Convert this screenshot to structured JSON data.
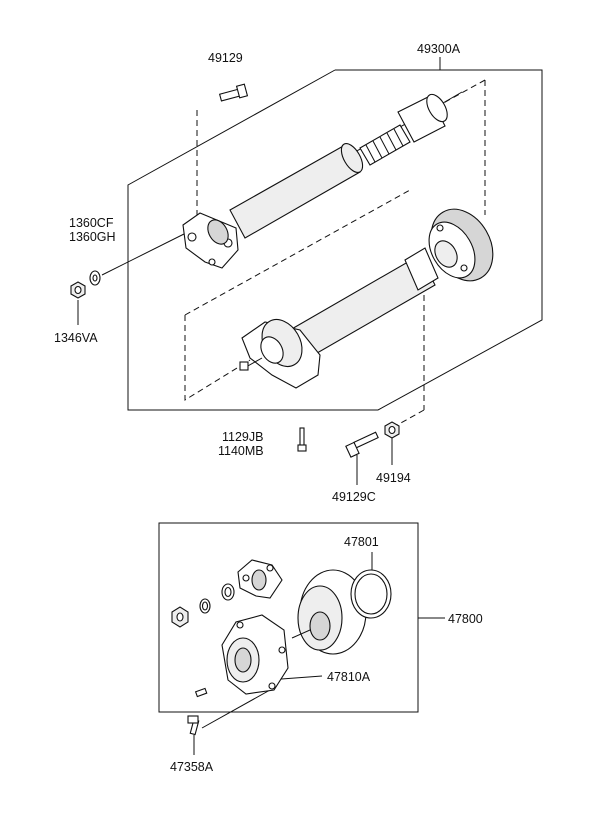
{
  "labels": {
    "p49129": "49129",
    "p49300A": "49300A",
    "p1360CF": "1360CF",
    "p1360GH": "1360GH",
    "p1346VA": "1346VA",
    "p1129JB": "1129JB",
    "p1140MB": "1140MB",
    "p49194": "49194",
    "p49129C": "49129C",
    "p47801": "47801",
    "p47800": "47800",
    "p47810A": "47810A",
    "p47358A": "47358A"
  }
}
